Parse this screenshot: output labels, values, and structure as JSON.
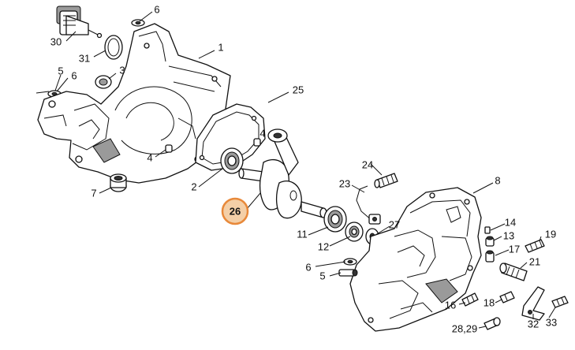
{
  "highlight": {
    "label": "26",
    "color": "#e8893a",
    "fill": "#f4cfa7"
  },
  "labels": {
    "l1": "1",
    "l2": "2",
    "l3": "3",
    "l4a": "4",
    "l4b": "4",
    "l5a": "5",
    "l5b": "5",
    "l6a": "6",
    "l6b": "6",
    "l6c": "6",
    "l7": "7",
    "l8": "8",
    "l11": "11",
    "l12": "12",
    "l13": "13",
    "l14": "14",
    "l16": "16",
    "l17": "17",
    "l18": "18",
    "l19": "19",
    "l21": "21",
    "l23": "23",
    "l24": "24",
    "l25": "25",
    "l27": "27",
    "l2829": "28,29",
    "l30": "30",
    "l31": "31",
    "l32": "32",
    "l33": "33"
  }
}
